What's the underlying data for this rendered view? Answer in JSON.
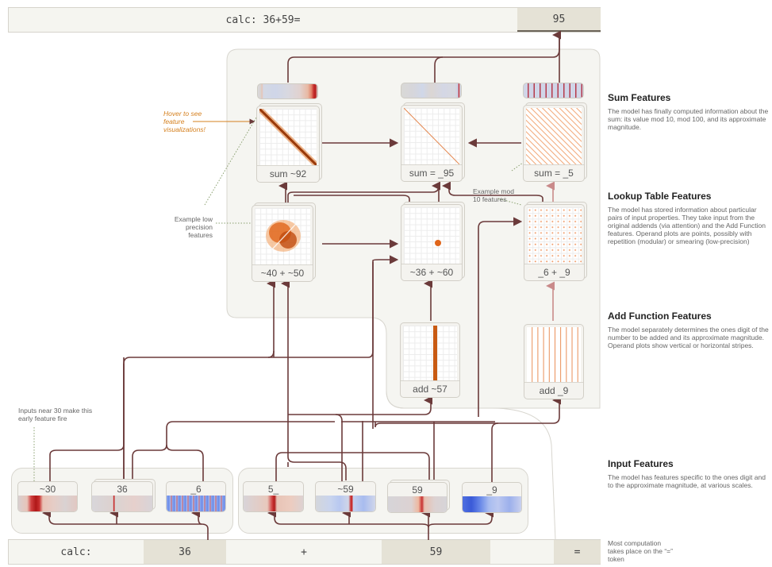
{
  "top_bar": {
    "prompt": "calc: 36+59=",
    "answer": "95"
  },
  "bottom_bar": {
    "tokens": [
      {
        "text": "calc:",
        "highlight": false
      },
      {
        "text": "36",
        "highlight": true
      },
      {
        "text": "+",
        "highlight": false
      },
      {
        "text": "59",
        "highlight": true
      },
      {
        "text": "",
        "highlight": false
      },
      {
        "text": "=",
        "highlight": true
      }
    ]
  },
  "sum_features": [
    {
      "label": "sum ~92",
      "pattern": "thick-diagonal"
    },
    {
      "label": "sum = _95",
      "pattern": "thin-diagonal"
    },
    {
      "label": "sum = _5",
      "pattern": "repeating-diagonals"
    }
  ],
  "lookup_features": [
    {
      "label": "~40 + ~50",
      "pattern": "blob"
    },
    {
      "label": "~36 + ~60",
      "pattern": "point"
    },
    {
      "label": "_6 + _9",
      "pattern": "dot-grid"
    }
  ],
  "add_features": [
    {
      "label": "add ~57",
      "pattern": "vertical-band"
    },
    {
      "label": "add _9",
      "pattern": "vertical-stripes"
    }
  ],
  "input_features_36": [
    {
      "label": "~30"
    },
    {
      "label": "36"
    },
    {
      "label": "_6"
    }
  ],
  "input_features_59": [
    {
      "label": "5_"
    },
    {
      "label": "~59"
    },
    {
      "label": "59"
    },
    {
      "label": "_9"
    }
  ],
  "annotations": {
    "hover": "Hover to see feature visualizations!",
    "low_precision": "Example low precision features",
    "mod10": "Example mod 10 features",
    "inputs_near_30": "Inputs near 30 make this early feature fire",
    "equals_token": "Most computation takes place on the “=” token"
  },
  "sections": [
    {
      "title": "Sum Features",
      "text": "The model has finally computed information about the sum: its value mod 10, mod 100, and its approximate magnitude."
    },
    {
      "title": "Lookup Table Features",
      "text": "The model has stored information about particular pairs of input properties. They take input from the original addends (via attention) and the Add Function features. Operand plots are points, possibly with repetition (modular) or smearing (low-precision)"
    },
    {
      "title": "Add Function Features",
      "text": "The model separately determines the ones digit of the number to be added and its approximate magnitude. Operand plots show vertical or horizontal stripes."
    },
    {
      "title": "Input Features",
      "text": "The model has features specific to the ones digit and to the approximate magnitude, at various scales."
    }
  ],
  "colors": {
    "wire": "#6b3a3a",
    "wire_light": "#c98a8a",
    "panel_bg": "#f5f5f1",
    "token_highlight": "#e5e2d6",
    "annotation_orange": "#d5801f",
    "plot_orange": "#e0651a"
  }
}
